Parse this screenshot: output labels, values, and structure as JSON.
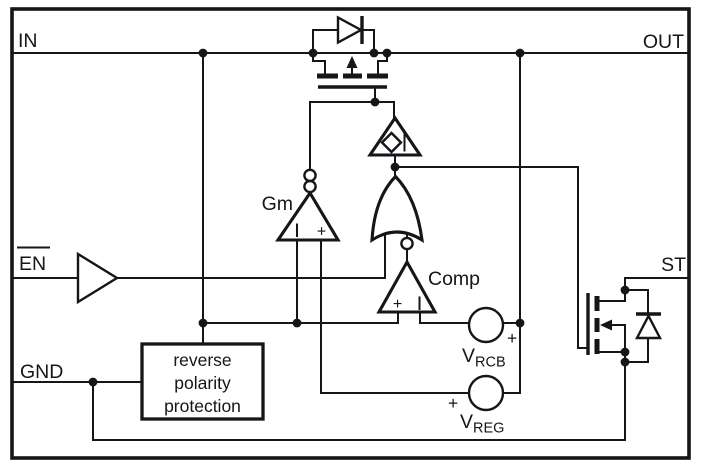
{
  "pins": {
    "in": "IN",
    "out": "OUT",
    "en": "EN",
    "gnd": "GND",
    "st": "ST"
  },
  "blocks": {
    "gm": "Gm",
    "comp": "Comp",
    "reverse_polarity": [
      "reverse",
      "polarity",
      "protection"
    ]
  },
  "sources": {
    "vrcb": {
      "name": "V",
      "sub": "RCB",
      "polarity": "+"
    },
    "vreg": {
      "name": "V",
      "sub": "REG",
      "polarity": "+"
    }
  },
  "amp_marks": {
    "plus": "+"
  },
  "colors": {
    "ink": "#15151a",
    "background": "#ffffff"
  }
}
